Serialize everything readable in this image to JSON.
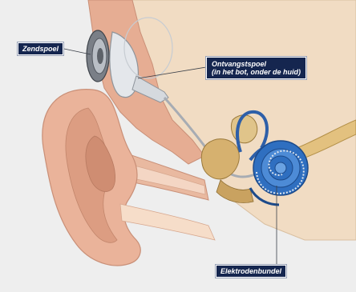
{
  "labels": {
    "transmitter_coil": "Zendspoel",
    "receiver_coil_line1": "Ontvangstspoel",
    "receiver_coil_line2": "(in het bot, onder de huid)",
    "electrode_array": "Elektrodenbundel"
  },
  "colors": {
    "background": "#eeeeee",
    "label_background": "#15264f",
    "label_text": "#ffffff",
    "skin": "#e9b9a0",
    "skin_shadow": "#c98f77",
    "bone": "#f1dcc3",
    "cochlea_blue": "#2f6fc0",
    "device": "#d7dbe0",
    "nerve": "#d8b97a"
  },
  "icons": {
    "illustration": "cochlear-implant-ear-cross-section"
  }
}
